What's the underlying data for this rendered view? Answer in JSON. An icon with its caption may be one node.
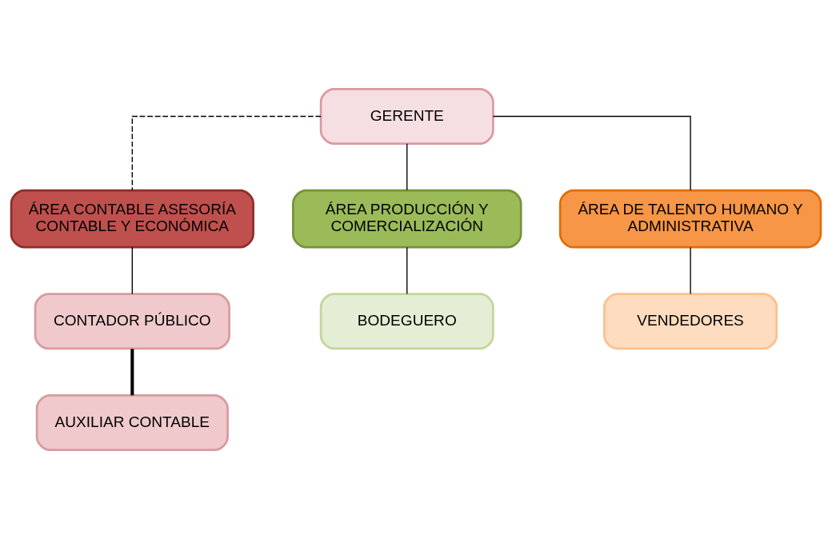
{
  "diagram": {
    "nodes": [
      {
        "text": [
          "GERENTE"
        ]
      },
      {
        "text": [
          "ÁREA CONTABLE ASESORÍA CONTABLE Y ECONÓMICA"
        ]
      },
      {
        "text": [
          "CONTADOR PÚBLICO"
        ]
      },
      {
        "text": [
          "AUXILIAR CONTABLE"
        ]
      },
      {
        "text": [
          "ÁREA PRODUCCIÓN Y COMERCIALIZACIÓN"
        ]
      },
      {
        "text": [
          "BODEGUERO"
        ]
      },
      {
        "text": [
          "ÁREA DE TALENTO HUMANO Y ADMINISTRATIVA"
        ]
      },
      {
        "text": [
          "VENDEDORES"
        ]
      }
    ],
    "edges": [
      {
        "from": 0,
        "to": 1,
        "arrow": "none",
        "style": "dashed"
      },
      {
        "from": 0,
        "to": 4,
        "arrow": "none"
      },
      {
        "from": 0,
        "to": 6,
        "arrow": "none"
      },
      {
        "from": 1,
        "to": 2,
        "arrow": "none"
      },
      {
        "from": 2,
        "to": 3,
        "arrow": "none",
        "style": "thick"
      },
      {
        "from": 4,
        "to": 5,
        "arrow": "none"
      },
      {
        "from": 6,
        "to": 7,
        "arrow": "none"
      }
    ]
  }
}
